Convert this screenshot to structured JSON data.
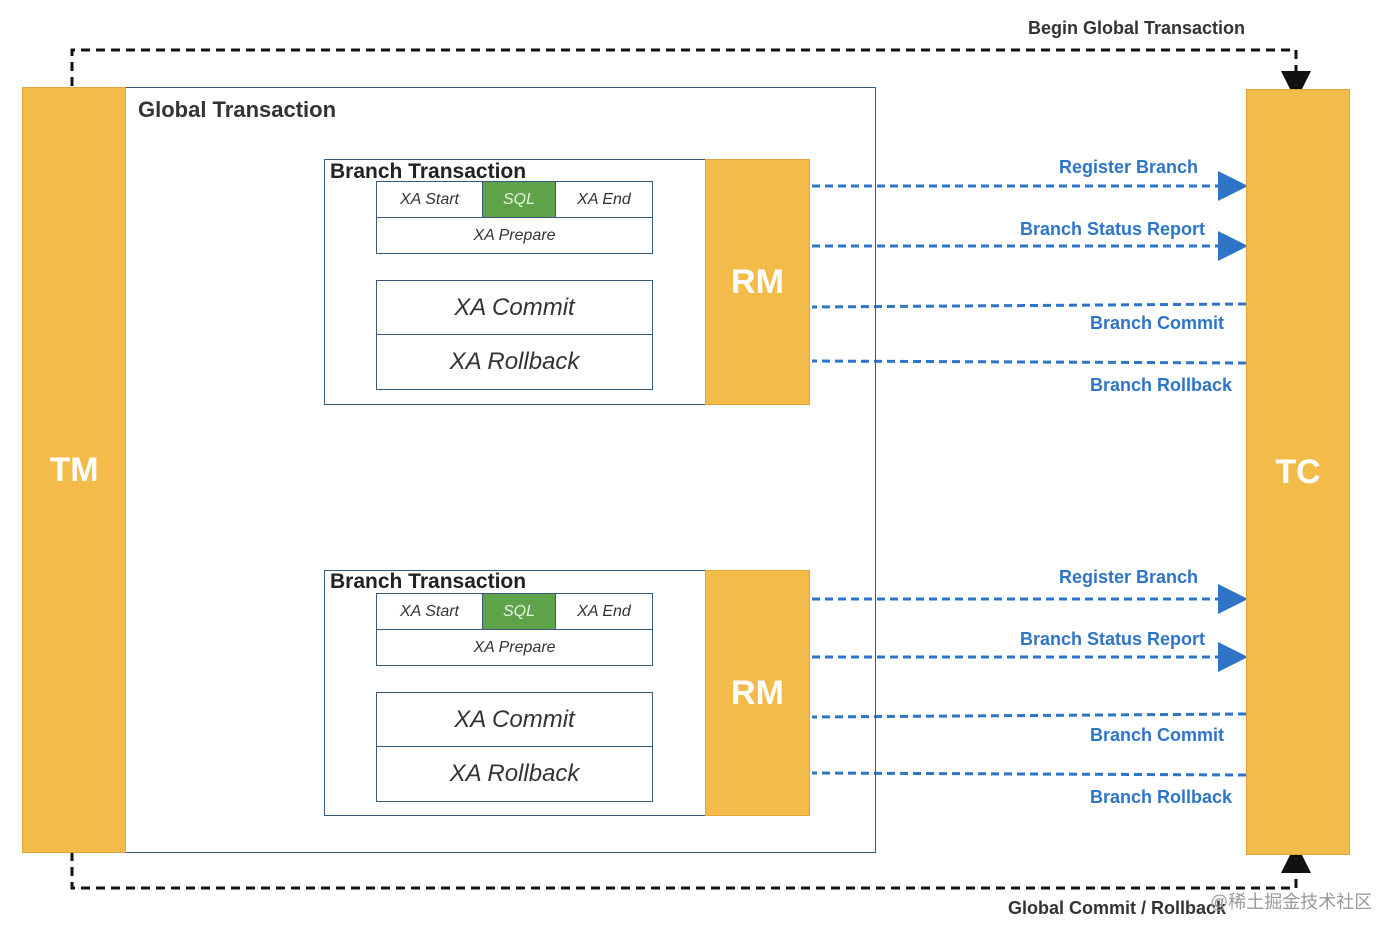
{
  "actors": {
    "tm": "TM",
    "tc": "TC",
    "rm": "RM"
  },
  "global_transaction_label": "Global Transaction",
  "top_arrow_label": "Begin Global Transaction",
  "bottom_arrow_label": "Global Commit / Rollback",
  "branch": {
    "title": "Branch Transaction",
    "xa_start": "XA Start",
    "sql": "SQL",
    "xa_end": "XA End",
    "xa_prepare": "XA Prepare",
    "xa_commit": "XA Commit",
    "xa_rollback": "XA Rollback"
  },
  "messages": {
    "register_branch": "Register Branch",
    "branch_status_report": "Branch Status Report",
    "branch_commit": "Branch Commit",
    "branch_rollback": "Branch Rollback"
  },
  "watermark": "@稀土掘金技术社区",
  "colors": {
    "actor_fill": "#f2bb4a",
    "sql_fill": "#5ea24a",
    "message_blue": "#2e75c8",
    "frame": "#3a5a7c"
  }
}
